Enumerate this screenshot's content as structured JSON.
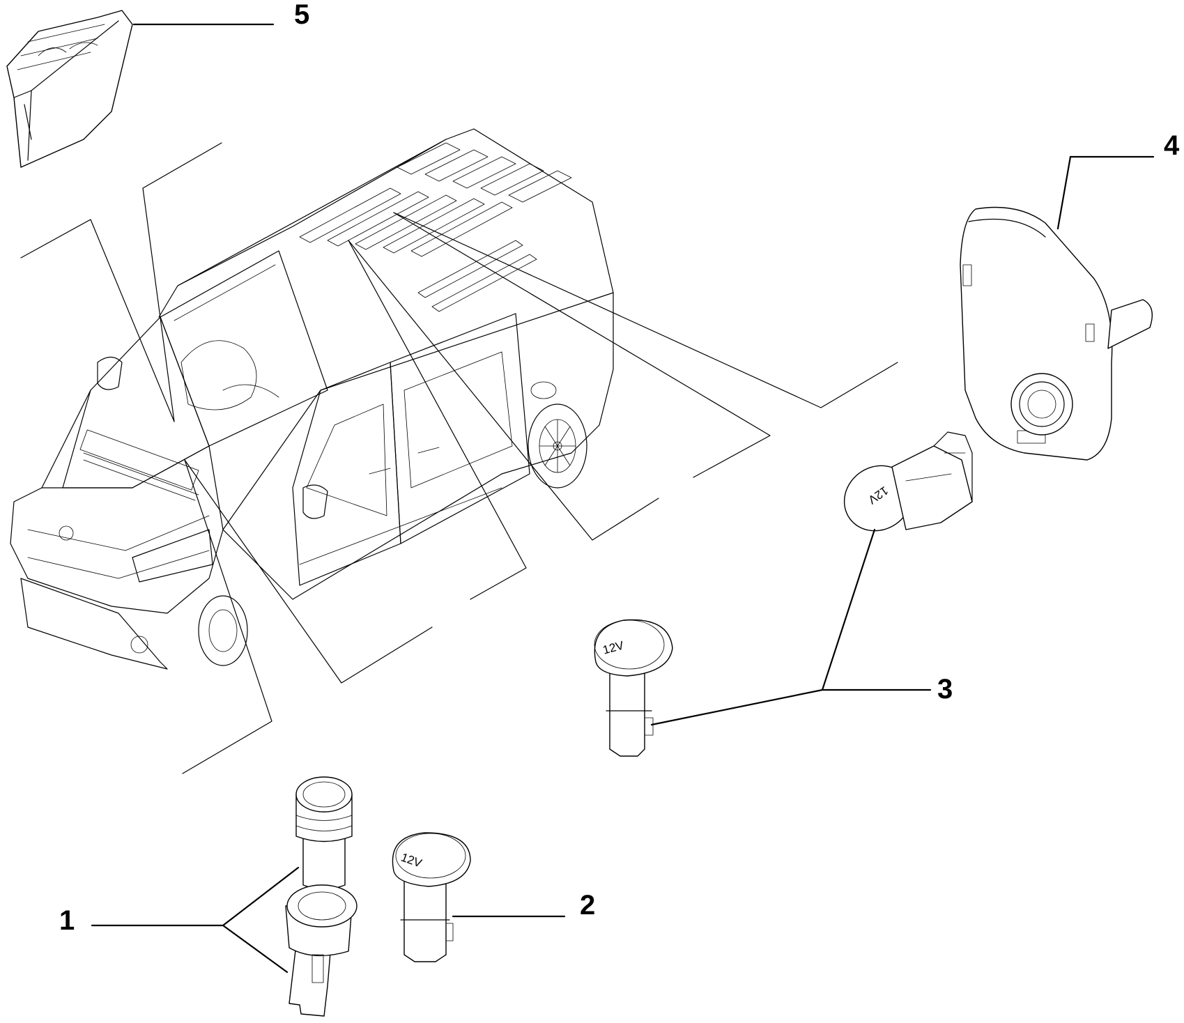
{
  "callouts": [
    {
      "id": "1",
      "label": "1"
    },
    {
      "id": "2",
      "label": "2"
    },
    {
      "id": "3",
      "label": "3"
    },
    {
      "id": "4",
      "label": "4"
    },
    {
      "id": "5",
      "label": "5"
    }
  ],
  "part_markings": {
    "socket_cap_2": "12V",
    "socket_cap_3": "12V",
    "socket_cap_3_inverted": "12V"
  }
}
